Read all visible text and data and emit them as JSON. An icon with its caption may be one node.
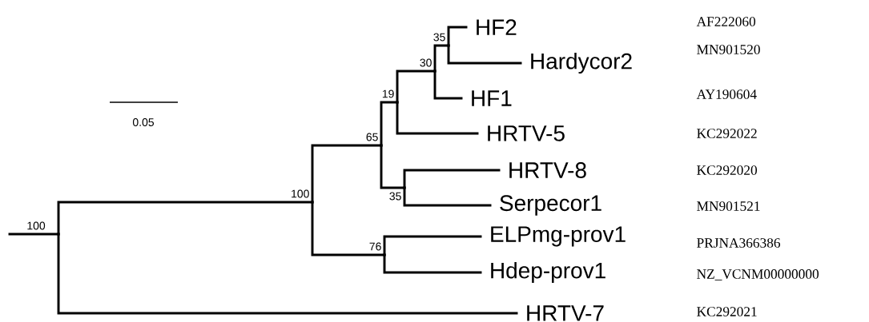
{
  "diagram": {
    "nodes": [
      {
        "text": [
          "100"
        ]
      },
      {
        "text": [
          "100"
        ]
      },
      {
        "text": [
          "65"
        ]
      },
      {
        "text": [
          "19"
        ]
      },
      {
        "text": [
          "30"
        ]
      },
      {
        "text": [
          "35"
        ]
      },
      {
        "text": [
          "HF2"
        ]
      },
      {
        "text": [
          "Hardycor2"
        ]
      },
      {
        "text": [
          "HF1"
        ]
      },
      {
        "text": [
          "HRTV-5"
        ]
      },
      {
        "text": [
          "35"
        ]
      },
      {
        "text": [
          "HRTV-8"
        ]
      },
      {
        "text": [
          "Serpecor1"
        ]
      },
      {
        "text": [
          "76"
        ]
      },
      {
        "text": [
          "ELPmg-prov1"
        ]
      },
      {
        "text": [
          "Hdep-prov1"
        ]
      },
      {
        "text": [
          "HRTV-7"
        ]
      }
    ],
    "edges": [
      {
        "from": null,
        "to": 0,
        "arrow": "none"
      },
      {
        "from": 0,
        "to": 1,
        "arrow": "none"
      },
      {
        "from": 0,
        "to": 16,
        "arrow": "none"
      },
      {
        "from": 1,
        "to": 2,
        "arrow": "none"
      },
      {
        "from": 1,
        "to": 13,
        "arrow": "none"
      },
      {
        "from": 2,
        "to": 3,
        "arrow": "none"
      },
      {
        "from": 2,
        "to": 10,
        "arrow": "none"
      },
      {
        "from": 3,
        "to": 4,
        "arrow": "none"
      },
      {
        "from": 3,
        "to": 9,
        "arrow": "none"
      },
      {
        "from": 4,
        "to": 5,
        "arrow": "none"
      },
      {
        "from": 4,
        "to": 8,
        "arrow": "none"
      },
      {
        "from": 5,
        "to": 6,
        "arrow": "none"
      },
      {
        "from": 5,
        "to": 7,
        "arrow": "none"
      },
      {
        "from": 10,
        "to": 11,
        "arrow": "none"
      },
      {
        "from": 10,
        "to": 12,
        "arrow": "none"
      },
      {
        "from": 13,
        "to": 14,
        "arrow": "none"
      },
      {
        "from": 13,
        "to": 15,
        "arrow": "none"
      }
    ],
    "labels": [
      "0.05",
      "AF222060",
      "MN901520",
      "AY190604",
      "KC292022",
      "KC292020",
      "MN901521",
      "PRJNA366386",
      "NZ_VCNM00000000",
      "KC292021"
    ]
  }
}
